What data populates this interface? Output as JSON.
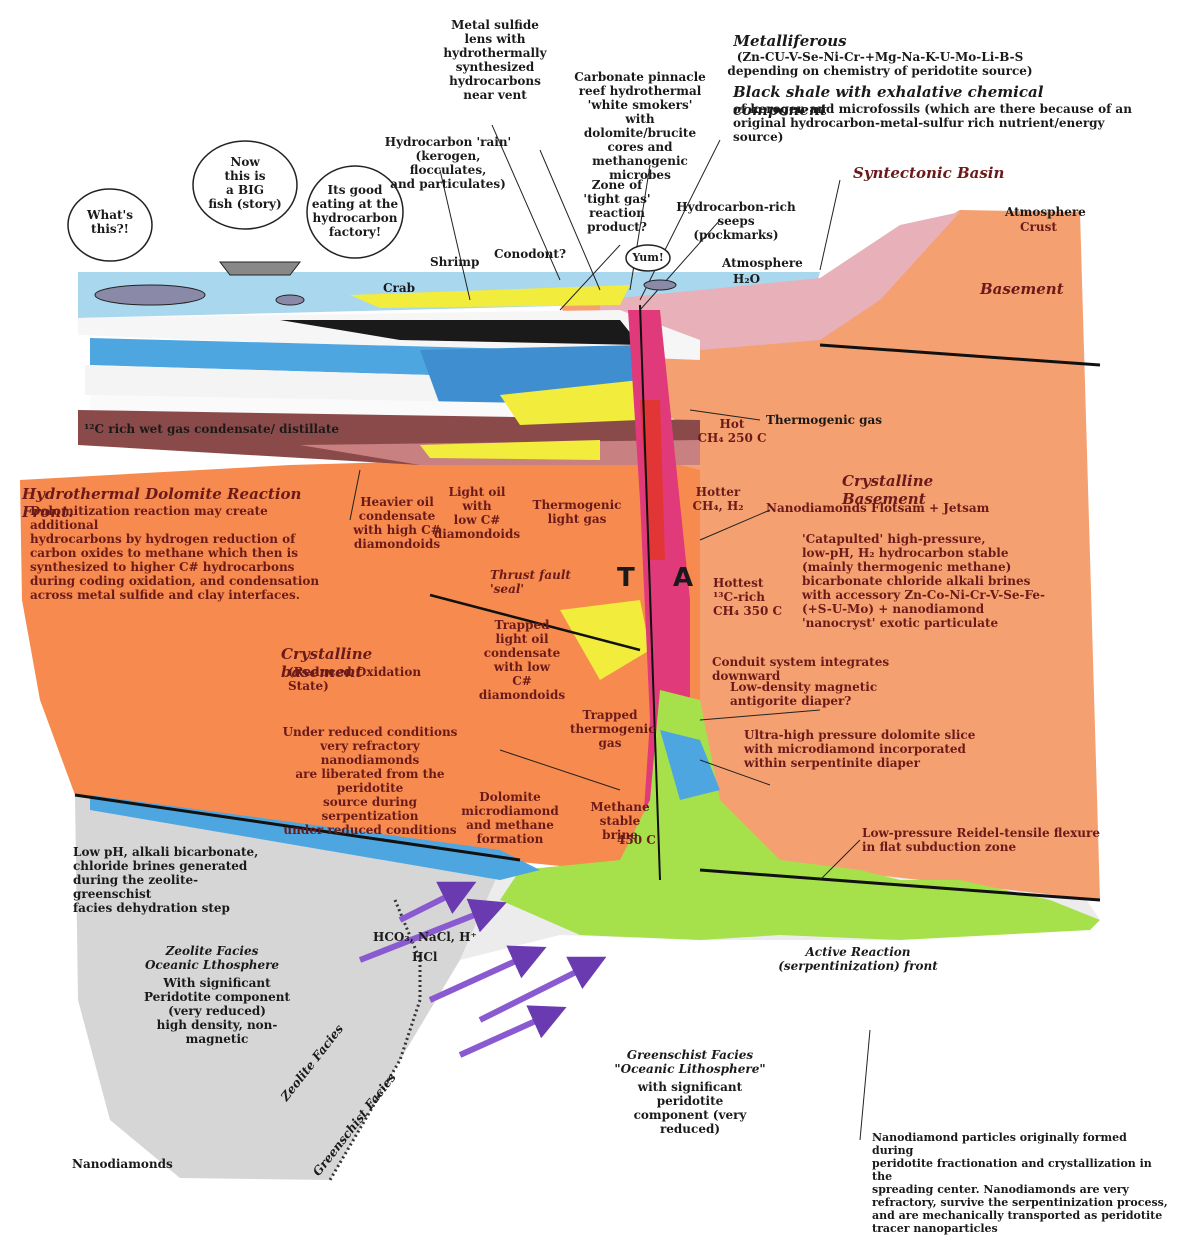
{
  "colors": {
    "ocean": "#a9d8ee",
    "basement": "#f5a071",
    "reaction_front": "#f78a4e",
    "oceanic_litho": "#d9d9d9",
    "serpentinite": "#a6e04a",
    "dolomite": "#4da6e0",
    "hydrocarbon": "#f2ec3c",
    "conduit": "#e03a7a",
    "shale": "#1a1a1a",
    "wet_gas": "#8a4a4a",
    "basin": "#e8b0b8",
    "arrow_purple": "#8a5ad0"
  },
  "top_labels": {
    "metal_sulfide": "Metal sulfide\nlens with\nhydrothermally\nsynthesized\nhydrocarbons\nnear vent",
    "metalliferous_title": "Metalliferous",
    "metalliferous_body": "(Zn-CU-V-Se-Ni-Cr-+Mg-Na-K-U-Mo-Li-B-S\ndepending on chemistry of peridotite source)",
    "black_shale_title": "Black shale with exhalative chemical component",
    "black_shale_body": "of kerogen and microfossils (which are there because of an\noriginal hydrocarbon-metal-sulfur rich nutrient/energy source)",
    "carbonate_pinnacle": "Carbonate pinnacle\nreef hydrothermal\n'white smokers'\nwith dolomite/brucite\ncores and methanogenic\nmicrobes",
    "hydrocarbon_rain": "Hydrocarbon 'rain'\n(kerogen, flocculates,\nand particulates)",
    "syntectonic_basin": "Syntectonic Basin",
    "tight_gas": "Zone of\n'tight gas'\nreaction\nproduct?",
    "hc_seeps": "Hydrocarbon-rich\nseeps (pockmarks)",
    "atmosphere_right": "Atmosphere",
    "crust": "Crust",
    "atmosphere_mid": "Atmosphere",
    "h2o": "H₂O",
    "basement": "Basement"
  },
  "speech": {
    "whats_this": "What's\nthis?!",
    "big_fish": "Now\nthis is\na BIG\nfish (story)",
    "good_eating": "Its good\neating at the\nhydrocarbon\nfactory!",
    "yum": "Yum!"
  },
  "fauna": {
    "shrimp": "Shrimp",
    "conodont": "Conodont?",
    "crab": "Crab"
  },
  "mid_labels": {
    "wet_gas": "¹²C rich wet gas condensate/ distillate",
    "thermogenic_gas": "Thermogenic gas",
    "hot": "Hot\nCH₄ 250 C",
    "crystalline_basement_right": "Crystalline Basement",
    "hdr_title": "Hydrothermal Dolomite Reaction Front.",
    "hdr_body": "Dolomitization reaction may create additional\nhydrocarbons by hydrogen reduction of\ncarbon oxides to methane which then is\nsynthesized to higher C# hydrocarbons\nduring coding oxidation, and condensation\nacross metal sulfide and clay interfaces.",
    "heavier_oil": "Heavier oil\ncondensate\nwith high C#\ndiamondoids",
    "light_oil": "Light oil\nwith\nlow C#\ndiamondoids",
    "thermogenic_light_gas": "Thermogenic\nlight gas",
    "hotter": "Hotter\nCH₄, H₂",
    "nanodiamonds_flotsam": "Nanodiamonds Flotsam + Jetsam",
    "catapulted": "'Catapulted' high-pressure,\nlow-pH, H₂ hydrocarbon stable\n(mainly thermogenic methane)\nbicarbonate chloride alkali brines\nwith accessory Zn-Co-Ni-Cr-V-Se-Fe-\n(+S-U-Mo) + nanodiamond\n'nanocryst' exotic particulate",
    "thrust_fault": "Thrust fault\n'seal'",
    "t_letter": "T",
    "a_letter": "A",
    "hottest": "Hottest\n¹³C-rich\nCH₄  350 C",
    "crystalline_basement_left": "Crystalline basement",
    "reduced_oxidation": "(Reduced Oxidation State)",
    "trapped_light_oil": "Trapped\nlight oil\ncondensate\nwith low\nC# diamondoids",
    "conduit": "Conduit system  integrates downward",
    "low_density": "Low-density magnetic\nantigorite diaper?",
    "trapped_thermogenic": "Trapped\nthermogenic\ngas",
    "ultra_high": "Ultra-high pressure dolomite slice\nwith microdiamond incorporated\nwithin serpentinite diaper",
    "under_reduced": "Under reduced conditions\nvery refractory nanodiamonds\nare liberated from the peridotite\nsource during serpentization\nunder reduced conditions",
    "dolomite_micro": "Dolomite\nmicrodiamond\nand methane\nformation",
    "methane_brine": "Methane\nstable brine",
    "temp_450": "450 C",
    "low_pressure": "Low-pressure Reidel-tensile flexure\nin flat subduction zone"
  },
  "lower_labels": {
    "low_ph": "Low pH, alkali bicarbonate,\nchloride brines generated\nduring the zeolite-greenschist\nfacies dehydration step",
    "hco3": "HCO₃, NaCl, H⁺",
    "hcl": "HCl",
    "active_reaction": "Active Reaction\n(serpentinization) front",
    "zeolite_title": "Zeolite Facies\nOceanic Lthosphere",
    "zeolite_body": "With significant\nPeridotite component\n(very reduced)\nhigh density, non-magnetic",
    "greenschist_title": "Greenschist Facies\n\"Oceanic Lithosphere\"",
    "greenschist_body": "with significant peridotite\ncomponent (very reduced)",
    "zeolite_facies_diag": "Zeolite Facies",
    "greenschist_facies_diag": "Greenschist Facies",
    "nanodiamonds": "Nanodiamonds",
    "nanodiamond_particles": "Nanodiamond particles originally formed during\nperidotite fractionation and crystallization in the\nspreading center. Nanodiamonds are very\nrefractory, survive the serpentinization process,\nand are mechanically transported as peridotite\ntracer nanoparticles"
  }
}
